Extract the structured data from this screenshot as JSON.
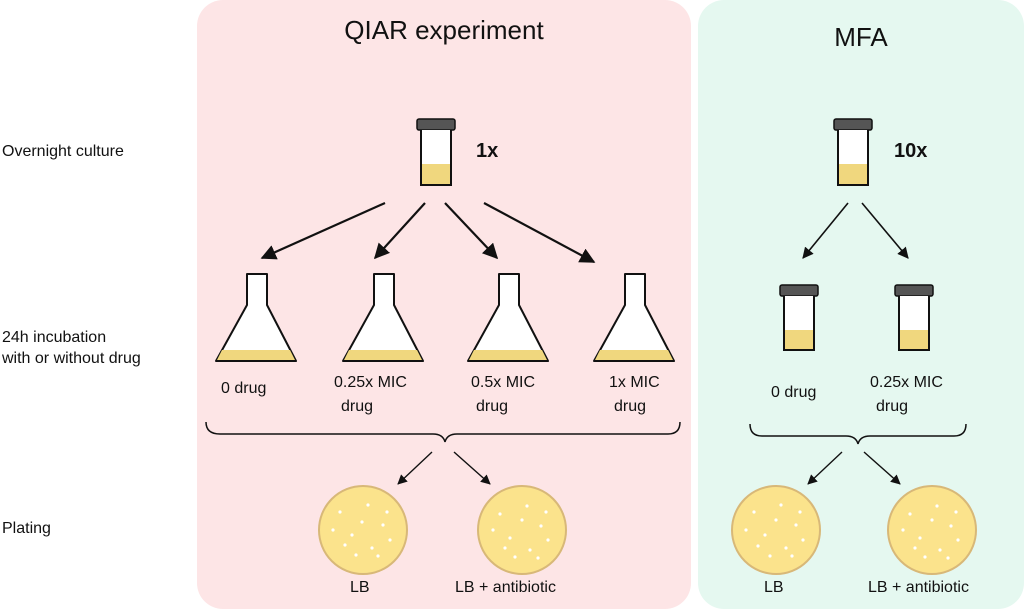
{
  "rows": {
    "overnight": "Overnight culture",
    "incubation_line1": "24h incubation",
    "incubation_line2": "with or without drug",
    "plating": "Plating"
  },
  "qiar": {
    "title": "QIAR experiment",
    "inoculum": "1x",
    "flasks": [
      {
        "line1": "0 drug",
        "line2": ""
      },
      {
        "line1": "0.25x MIC",
        "line2": "drug"
      },
      {
        "line1": "0.5x MIC",
        "line2": "drug"
      },
      {
        "line1": "1x MIC",
        "line2": "drug"
      }
    ],
    "plates": [
      "LB",
      "LB + antibiotic"
    ]
  },
  "mfa": {
    "title": "MFA",
    "inoculum": "10x",
    "tubes": [
      {
        "line1": "0 drug",
        "line2": ""
      },
      {
        "line1": "0.25x MIC",
        "line2": "drug"
      }
    ],
    "plates": [
      "LB",
      "LB + antibiotic"
    ]
  },
  "colors": {
    "qiar_bg": "#fde5e6",
    "mfa_bg": "#e5f8f0",
    "culture": "#f0d77e",
    "plate_fill": "#fbe38c",
    "plate_edge": "#d8b878",
    "cap": "#555555"
  }
}
